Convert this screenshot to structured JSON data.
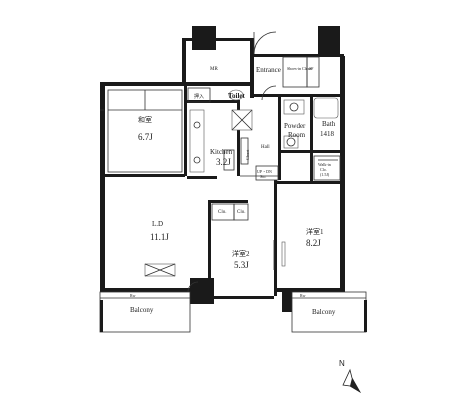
{
  "rooms": {
    "mr": "MR",
    "entrance": "Entrance",
    "shoes_closet": "Shoes-in Closet",
    "sf": "SF",
    "toilet": "Toilet",
    "oshiire": "押入",
    "washitsu": "和室",
    "washitsu_size": "6.7J",
    "kitchen": "Kitchen",
    "kitchen_size": "3.2J",
    "hall": "Hall",
    "closet": "Closet",
    "powder1": "Powder",
    "powder2": "Room",
    "bath": "Bath",
    "bath_size": "1418",
    "walkin1": "Walk-in",
    "walkin2": "Clo.",
    "walkin3": "(1.5J)",
    "updn1": "UP・DN",
    "updn2": "Sto.",
    "ld": "L.D",
    "ld_size": "11.1J",
    "clo_a": "Clo.",
    "clo_b": "Clo.",
    "youshitsu2": "洋室2",
    "youshitsu2_size": "5.3J",
    "youshitsu1": "洋室1",
    "youshitsu1_size": "8.2J",
    "balcony_left": "Balcony",
    "balcony_right": "Balcony",
    "rw_left": "Rw",
    "rw_right": "Rw"
  },
  "compass": {
    "label": "N"
  }
}
